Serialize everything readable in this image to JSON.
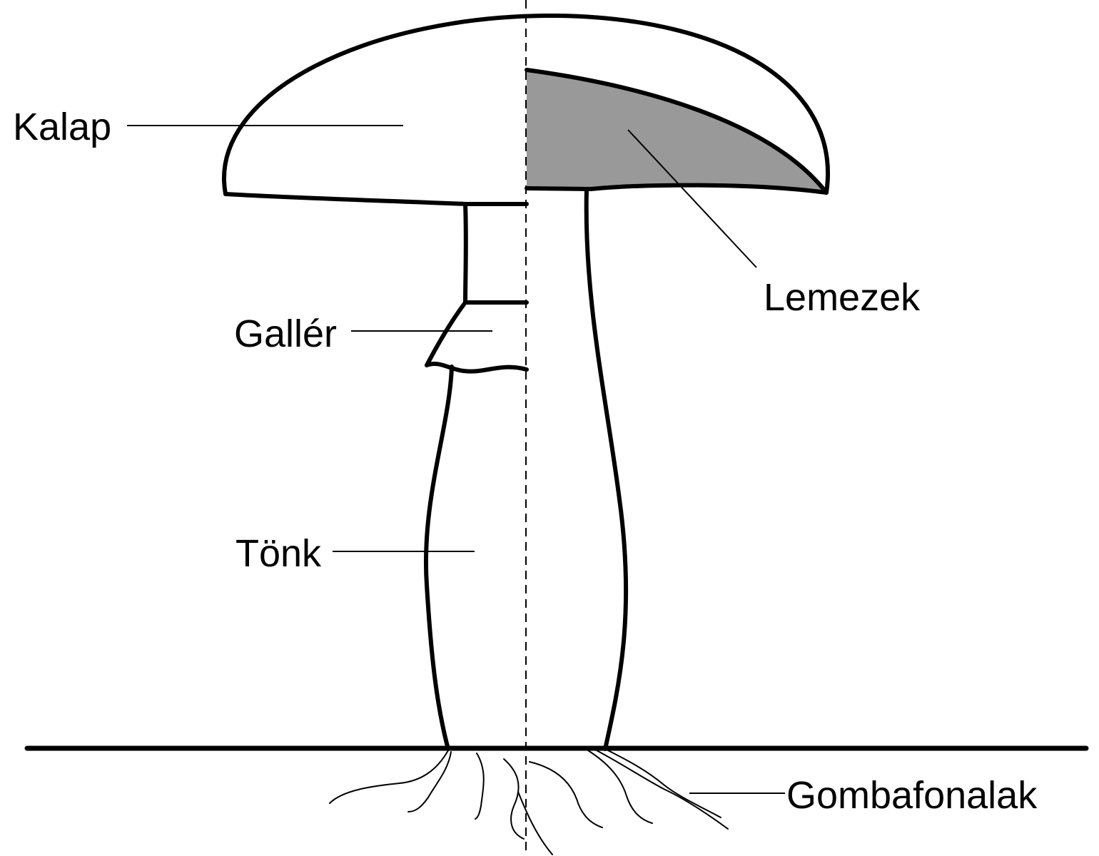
{
  "labels": {
    "cap": "Kalap",
    "gills": "Lemezek",
    "ring": "Gallér",
    "stem": "Tönk",
    "mycelium": "Gombafonalak"
  },
  "colors": {
    "stroke": "#000000",
    "gills_fill": "#999999",
    "background": "#ffffff"
  }
}
